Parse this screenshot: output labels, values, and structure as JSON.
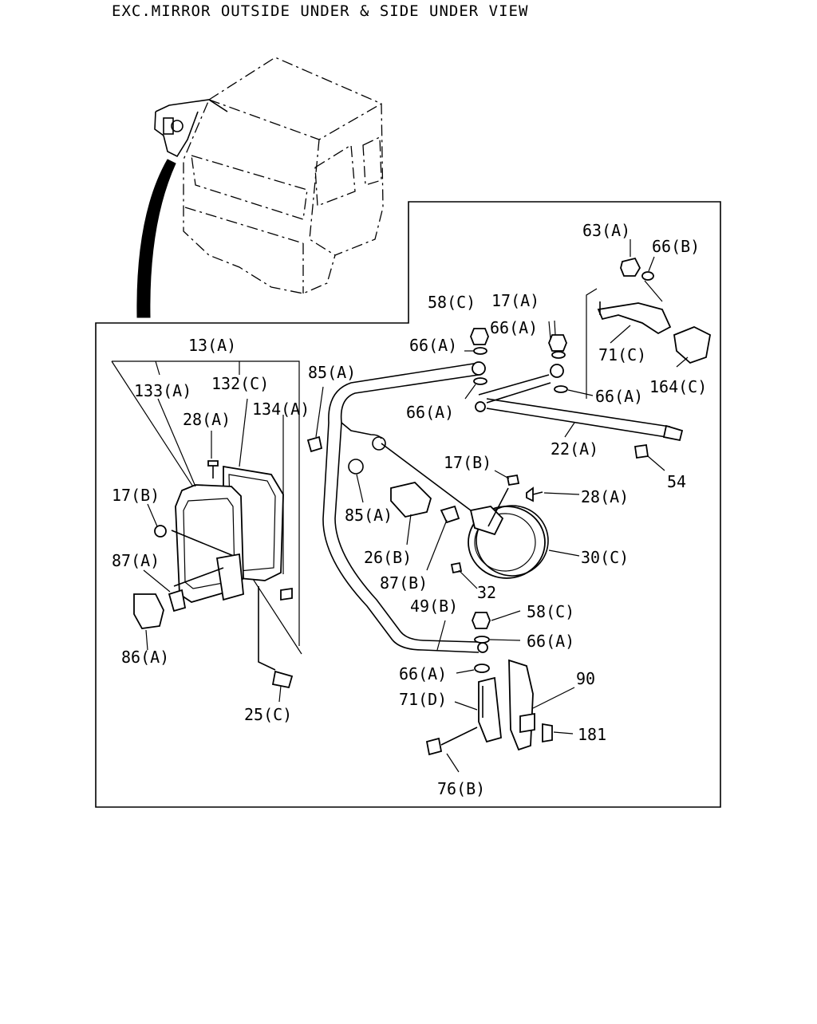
{
  "title": "EXC.MIRROR OUTSIDE UNDER & SIDE UNDER VIEW",
  "labels": {
    "l13a": "13(A)",
    "l133a": "133(A)",
    "l132c": "132(C)",
    "l134a": "134(A)",
    "l28a_left": "28(A)",
    "l17b_left": "17(B)",
    "l87a": "87(A)",
    "l86a": "86(A)",
    "l25c": "25(C)",
    "l85a_top": "85(A)",
    "l85a_mid": "85(A)",
    "l26b": "26(B)",
    "l87b": "87(B)",
    "l32": "32",
    "l17b_mid": "17(B)",
    "l28a_right": "28(A)",
    "l30c": "30(C)",
    "l58c_top": "58(C)",
    "l17a": "17(A)",
    "l66a_1": "66(A)",
    "l66a_2": "66(A)",
    "l66a_3": "66(A)",
    "l66a_4": "66(A)",
    "l63a": "63(A)",
    "l66b": "66(B)",
    "l71c": "71(C)",
    "l164c": "164(C)",
    "l22a": "22(A)",
    "l54": "54",
    "l49b": "49(B)",
    "l58c_bot": "58(C)",
    "l66a_5": "66(A)",
    "l66a_6": "66(A)",
    "l71d": "71(D)",
    "l90": "90",
    "l181": "181",
    "l76b": "76(B)"
  }
}
